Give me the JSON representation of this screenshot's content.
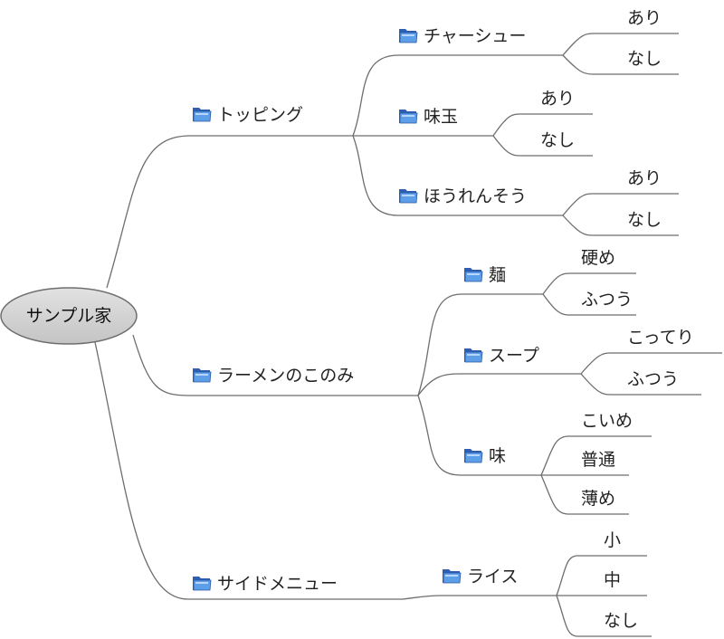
{
  "root": {
    "label": "サンプル家"
  },
  "branches": [
    {
      "label": "トッピング",
      "icon": "folder-icon",
      "children": [
        {
          "label": "チャーシュー",
          "icon": "folder-icon",
          "options": [
            "あり",
            "なし"
          ]
        },
        {
          "label": "味玉",
          "icon": "folder-icon",
          "options": [
            "あり",
            "なし"
          ]
        },
        {
          "label": "ほうれんそう",
          "icon": "folder-icon",
          "options": [
            "あり",
            "なし"
          ]
        }
      ]
    },
    {
      "label": "ラーメンのこのみ",
      "icon": "folder-icon",
      "children": [
        {
          "label": "麺",
          "icon": "folder-icon",
          "options": [
            "硬め",
            "ふつう"
          ]
        },
        {
          "label": "スープ",
          "icon": "folder-icon",
          "options": [
            "こってり",
            "ふつう"
          ]
        },
        {
          "label": "味",
          "icon": "folder-icon",
          "options": [
            "こいめ",
            "普通",
            "薄め"
          ]
        }
      ]
    },
    {
      "label": "サイドメニュー",
      "icon": "folder-icon",
      "children": [
        {
          "label": "ライス",
          "icon": "folder-icon",
          "options": [
            "小",
            "中",
            "なし"
          ]
        }
      ]
    }
  ],
  "colors": {
    "root_fill": "#d4d4d4",
    "root_stroke": "#6e6e6e",
    "edge": "#6e6e6e",
    "folder_back": "#2f5fb3",
    "folder_front": "#5c9ee8"
  }
}
